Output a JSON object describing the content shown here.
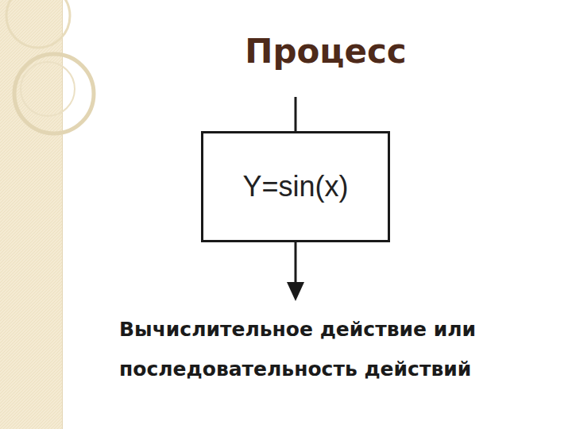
{
  "diagram": {
    "title": "Процесс",
    "nodes": [
      {
        "text": [
          "Y=sin(x)"
        ]
      }
    ],
    "caption": "Вычислительное действие или последовательность действий"
  }
}
